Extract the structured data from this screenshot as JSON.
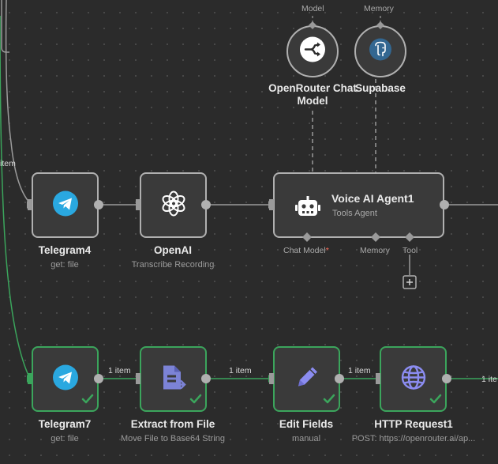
{
  "top_ports": {
    "model": "Model",
    "memory": "Memory"
  },
  "nodes": {
    "openrouter": {
      "title_line1": "OpenRouter Chat",
      "title_line2": "Model",
      "icon": "openrouter-icon"
    },
    "supabase": {
      "title": "Supabase",
      "icon": "postgres-elephant-icon"
    },
    "telegram4": {
      "title": "Telegram4",
      "subtitle": "get: file",
      "icon": "telegram-icon"
    },
    "openai": {
      "title": "OpenAI",
      "subtitle": "Transcribe Recording",
      "icon": "openai-icon"
    },
    "agent": {
      "title": "Voice AI Agent1",
      "subtitle": "Tools Agent",
      "icon": "robot-icon",
      "port_chat_model": "Chat Model",
      "port_chat_model_required": "*",
      "port_memory": "Memory",
      "port_tool": "Tool"
    },
    "telegram7": {
      "title": "Telegram7",
      "subtitle": "get: file",
      "icon": "telegram-icon"
    },
    "extract": {
      "title": "Extract from File",
      "subtitle": "Move File to Base64 String",
      "icon": "file-convert-icon"
    },
    "edit": {
      "title": "Edit Fields",
      "subtitle": "manual",
      "icon": "pencil-icon"
    },
    "http": {
      "title": "HTTP Request1",
      "subtitle": "POST: https://openrouter.ai/ap...",
      "icon": "globe-icon"
    }
  },
  "edge_labels": {
    "left_top": "item",
    "e1": "1 item",
    "e2": "1 item",
    "e3": "1 item",
    "e4": "1 ite"
  },
  "colors": {
    "success": "#3ba55c",
    "node_border": "#b0b0b0",
    "canvas": "#2b2b2b"
  }
}
